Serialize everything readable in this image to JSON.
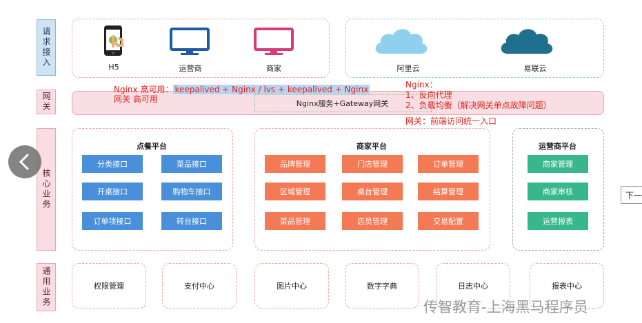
{
  "layers": {
    "request": "请求接入",
    "gateway": "网关",
    "core": "核心业务",
    "common": "通用业务"
  },
  "clients": {
    "h5": "H5",
    "operator": "运营商",
    "merchant": "商家",
    "aliyun": "阿里云",
    "yilianyun": "易联云"
  },
  "annotations": {
    "nginx_ha_label": "Nginx 高可用：",
    "nginx_ha_value": "keepalived + Nginx / lvs + keepalived + Nginx",
    "gateway_ha": "网关 高可用",
    "nginx_title": "Nginx：",
    "nginx_point1": "1、反向代理",
    "nginx_point2": "2、负载均衡（解决网关单点故障问题）",
    "gateway_note": "网关：前端访问统一入口"
  },
  "gateway_bar": "Nginx服务+Gateway网关",
  "platforms": {
    "ordering": {
      "title": "点餐平台",
      "items": [
        "分类接口",
        "菜品接口",
        "开桌接口",
        "购物车接口",
        "订单项接口",
        "转台接口"
      ]
    },
    "merchant": {
      "title": "商家平台",
      "items": [
        "品牌管理",
        "门店管理",
        "订单管理",
        "区域管理",
        "桌台管理",
        "结算管理",
        "菜品管理",
        "店员管理",
        "交易配置"
      ]
    },
    "operator": {
      "title": "运营商平台",
      "items": [
        "商家管理",
        "商家审核",
        "运营报表"
      ]
    }
  },
  "common_services": [
    "权限管理",
    "支付中心",
    "图片中心",
    "数字字典",
    "日志中心",
    "报表中心"
  ],
  "watermark": "传智教育-上海黑马程序员",
  "nav": {
    "next": "下一"
  },
  "colors": {
    "blue_btn": "#4a8fd9",
    "orange_btn": "#f47a55",
    "green_btn": "#38b88a",
    "annotation_red": "#e2221a"
  }
}
